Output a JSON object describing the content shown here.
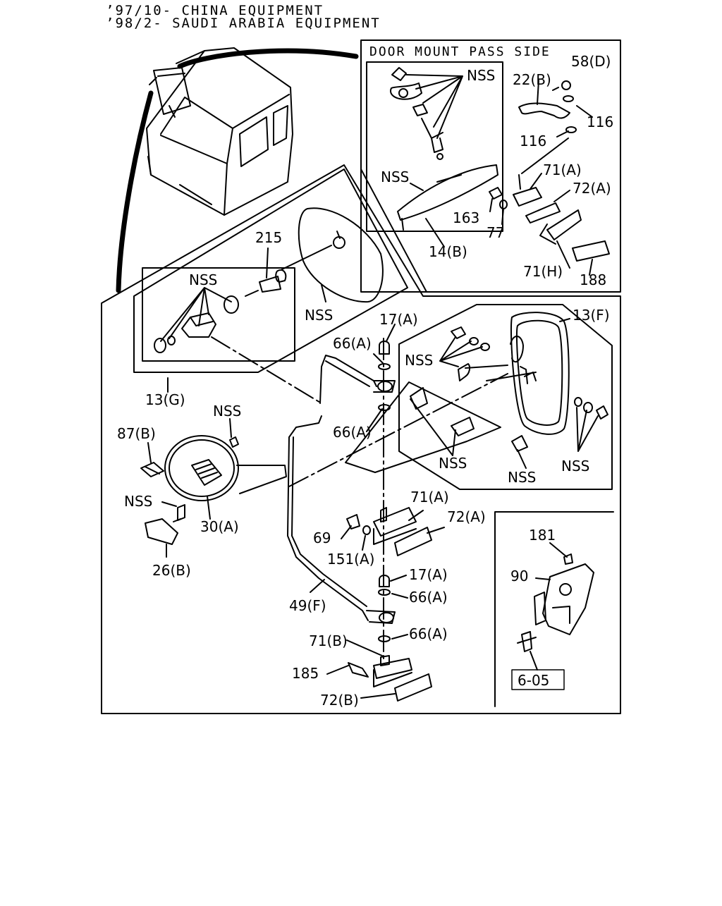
{
  "header": {
    "line1": "’97/10- CHINA EQUIPMENT",
    "line2": "’98/2- SAUDI ARABIA EQUIPMENT"
  },
  "inset_pass_side": {
    "title": "DOOR MOUNT PASS SIDE",
    "labels": {
      "nss_top": "NSS",
      "part_58d": "58(D)",
      "part_22b": "22(B)",
      "part_116_a": "116",
      "part_116_b": "116",
      "part_71a": "71(A)",
      "part_72a": "72(A)",
      "nss_mirror": "NSS",
      "part_163": "163",
      "part_77": "77",
      "part_14b": "14(B)",
      "part_71h": "71(H)",
      "part_188": "188"
    }
  },
  "left_assembly": {
    "labels": {
      "part_215": "215",
      "nss_bolts": "NSS",
      "nss_mirror": "NSS",
      "part_13g": "13(G)"
    }
  },
  "right_assembly": {
    "labels": {
      "part_13f": "13(F)",
      "nss_upper": "NSS",
      "nss_bracket": "NSS",
      "nss_clip": "NSS",
      "nss_nuts": "NSS"
    }
  },
  "center_stay": {
    "labels": {
      "part_17a_top": "17(A)",
      "part_66a_1": "66(A)",
      "part_66a_2": "66(A)",
      "part_71a": "71(A)",
      "part_72a": "72(A)",
      "part_69": "69",
      "part_151a": "151(A)",
      "part_17a_low": "17(A)",
      "part_66a_3": "66(A)",
      "part_66a_4": "66(A)",
      "part_49f": "49(F)",
      "part_71b": "71(B)",
      "part_185": "185",
      "part_72b": "72(B)"
    }
  },
  "round_mirror": {
    "labels": {
      "nss_top": "NSS",
      "part_87b": "87(B)",
      "nss_screw": "NSS",
      "part_30a": "30(A)",
      "part_26b": "26(B)"
    }
  },
  "inset_bracket": {
    "labels": {
      "part_181": "181",
      "part_90": "90",
      "ref_605": "6-05"
    }
  }
}
